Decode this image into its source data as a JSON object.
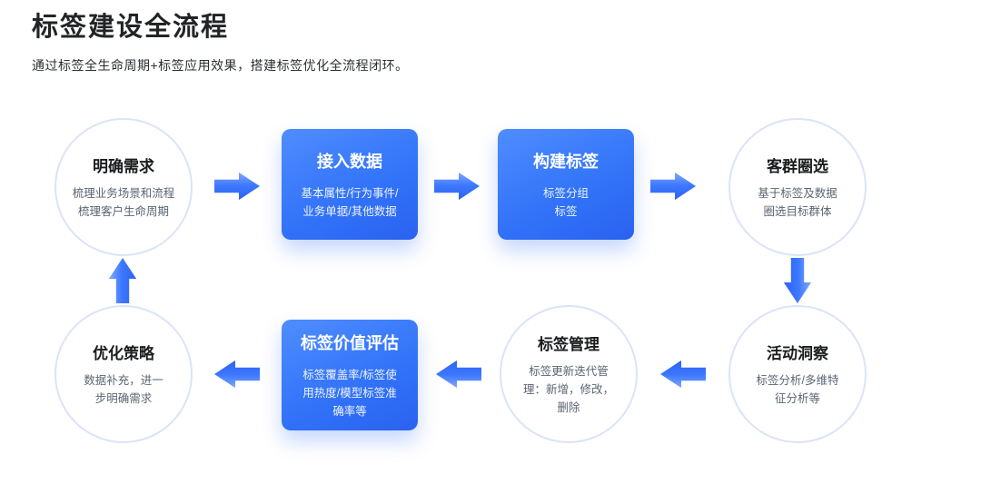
{
  "page": {
    "title": "标签建设全流程",
    "subtitle": "通过标签全生命周期+标签应用效果，搭建标签优化全流程闭环。"
  },
  "flow": {
    "nodes": [
      {
        "id": "clarify-requirements",
        "shape": "circle",
        "title": "明确需求",
        "desc_lines": [
          "梳理业务场景和流程",
          "梳理客户生命周期"
        ]
      },
      {
        "id": "data-ingestion",
        "shape": "box",
        "title": "接入数据",
        "desc_lines": [
          "基本属性/行为事件/",
          "业务单据/其他数据"
        ]
      },
      {
        "id": "build-tags",
        "shape": "box",
        "title": "构建标签",
        "desc_lines": [
          "标签分组",
          "标签"
        ]
      },
      {
        "id": "audience-selection",
        "shape": "circle",
        "title": "客群圈选",
        "desc_lines": [
          "基于标签及数据",
          "圈选目标群体"
        ]
      },
      {
        "id": "activity-insight",
        "shape": "circle",
        "title": "活动洞察",
        "desc_lines": [
          "标签分析/多维特",
          "征分析等"
        ]
      },
      {
        "id": "tag-management",
        "shape": "circle",
        "title": "标签管理",
        "desc_lines": [
          "标签更新迭代管",
          "理：新增，修改，",
          "删除"
        ]
      },
      {
        "id": "tag-value-evaluation",
        "shape": "box",
        "title": "标签价值评估",
        "desc_lines": [
          "标签覆盖率/标签使",
          "用热度/模型标签准",
          "确率等"
        ]
      },
      {
        "id": "optimization-strategy",
        "shape": "circle",
        "title": "优化策略",
        "desc_lines": [
          "数据补充，进一",
          "步明确需求"
        ]
      }
    ],
    "connections": [
      {
        "from": "明确需求",
        "to": "接入数据",
        "direction": "right"
      },
      {
        "from": "接入数据",
        "to": "构建标签",
        "direction": "right"
      },
      {
        "from": "构建标签",
        "to": "客群圈选",
        "direction": "right"
      },
      {
        "from": "客群圈选",
        "to": "活动洞察",
        "direction": "down"
      },
      {
        "from": "活动洞察",
        "to": "标签管理",
        "direction": "left"
      },
      {
        "from": "标签管理",
        "to": "标签价值评估",
        "direction": "left"
      },
      {
        "from": "标签价值评估",
        "to": "优化策略",
        "direction": "left"
      },
      {
        "from": "优化策略",
        "to": "明确需求",
        "direction": "up"
      }
    ]
  },
  "colors": {
    "accent_blue": "#3172f8",
    "box_gradient_start": "#4f8dff",
    "box_gradient_end": "#2a62ef",
    "circle_border": "#dbe3f7",
    "title_text": "#222426",
    "desc_text": "#5c6573",
    "background": "#ffffff"
  }
}
